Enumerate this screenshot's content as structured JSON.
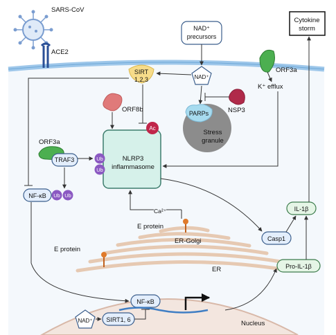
{
  "labels": {
    "virus": "SARS-CoV",
    "ace2": "ACE2",
    "nad_precursors_line1": "NAD⁺",
    "nad_precursors_line2": "precursors",
    "cytokine_line1": "Cytokine",
    "cytokine_line2": "storm",
    "sirt123_line1": "SIRT",
    "sirt123_line2": "1,2,3",
    "nad_top": "NAD⁺",
    "orf3a_top": "ORF3a",
    "k_efflux": "K⁺ efflux",
    "orf8b": "ORF8b",
    "nsp3": "NSP3",
    "parps": "PARPs",
    "stress_line1": "Stress",
    "stress_line2": "granule",
    "ac": "Ac",
    "orf3a_left": "ORF3a",
    "traf3": "TRAF3",
    "ub": "Ub",
    "nlrp3_line1": "NLRP3",
    "nlrp3_line2": "inflammasome",
    "nfkb": "NF-κB",
    "ca": "Ca²⁺",
    "e_protein_1": "E protein",
    "er_golgi": "ER-Golgi",
    "e_protein_2": "E protein",
    "er": "ER",
    "il1b": "IL-1β",
    "casp1": "Casp1",
    "pro_il1b": "Pro-IL-1β",
    "nad_bottom": "NAD⁺",
    "sirt16": "SIRT1, 6",
    "nucleus": "Nucleus"
  },
  "colors": {
    "membrane": "#9ec7ea",
    "cell_bg": "#f4f8fc",
    "nucleus": "#f3e6df",
    "er": "#f1e3d6",
    "inflammasome_fill": "#d6f1ea",
    "inflammasome_stroke": "#3c7c6c",
    "blue_box_fill": "#e3eefc",
    "blue_box_stroke": "#3b5e8c",
    "green_box_fill": "#e5f5e6",
    "green_box_stroke": "#3c7c4c",
    "ub": "#8b59c2",
    "ac": "#c0264a",
    "orf": "#4caf50",
    "orf8b": "#e07a7a",
    "nsp3": "#b02a4a",
    "sirt": "#f7dc8a",
    "parps": "#a7dbef",
    "stress_granule": "#8c8c8c"
  }
}
